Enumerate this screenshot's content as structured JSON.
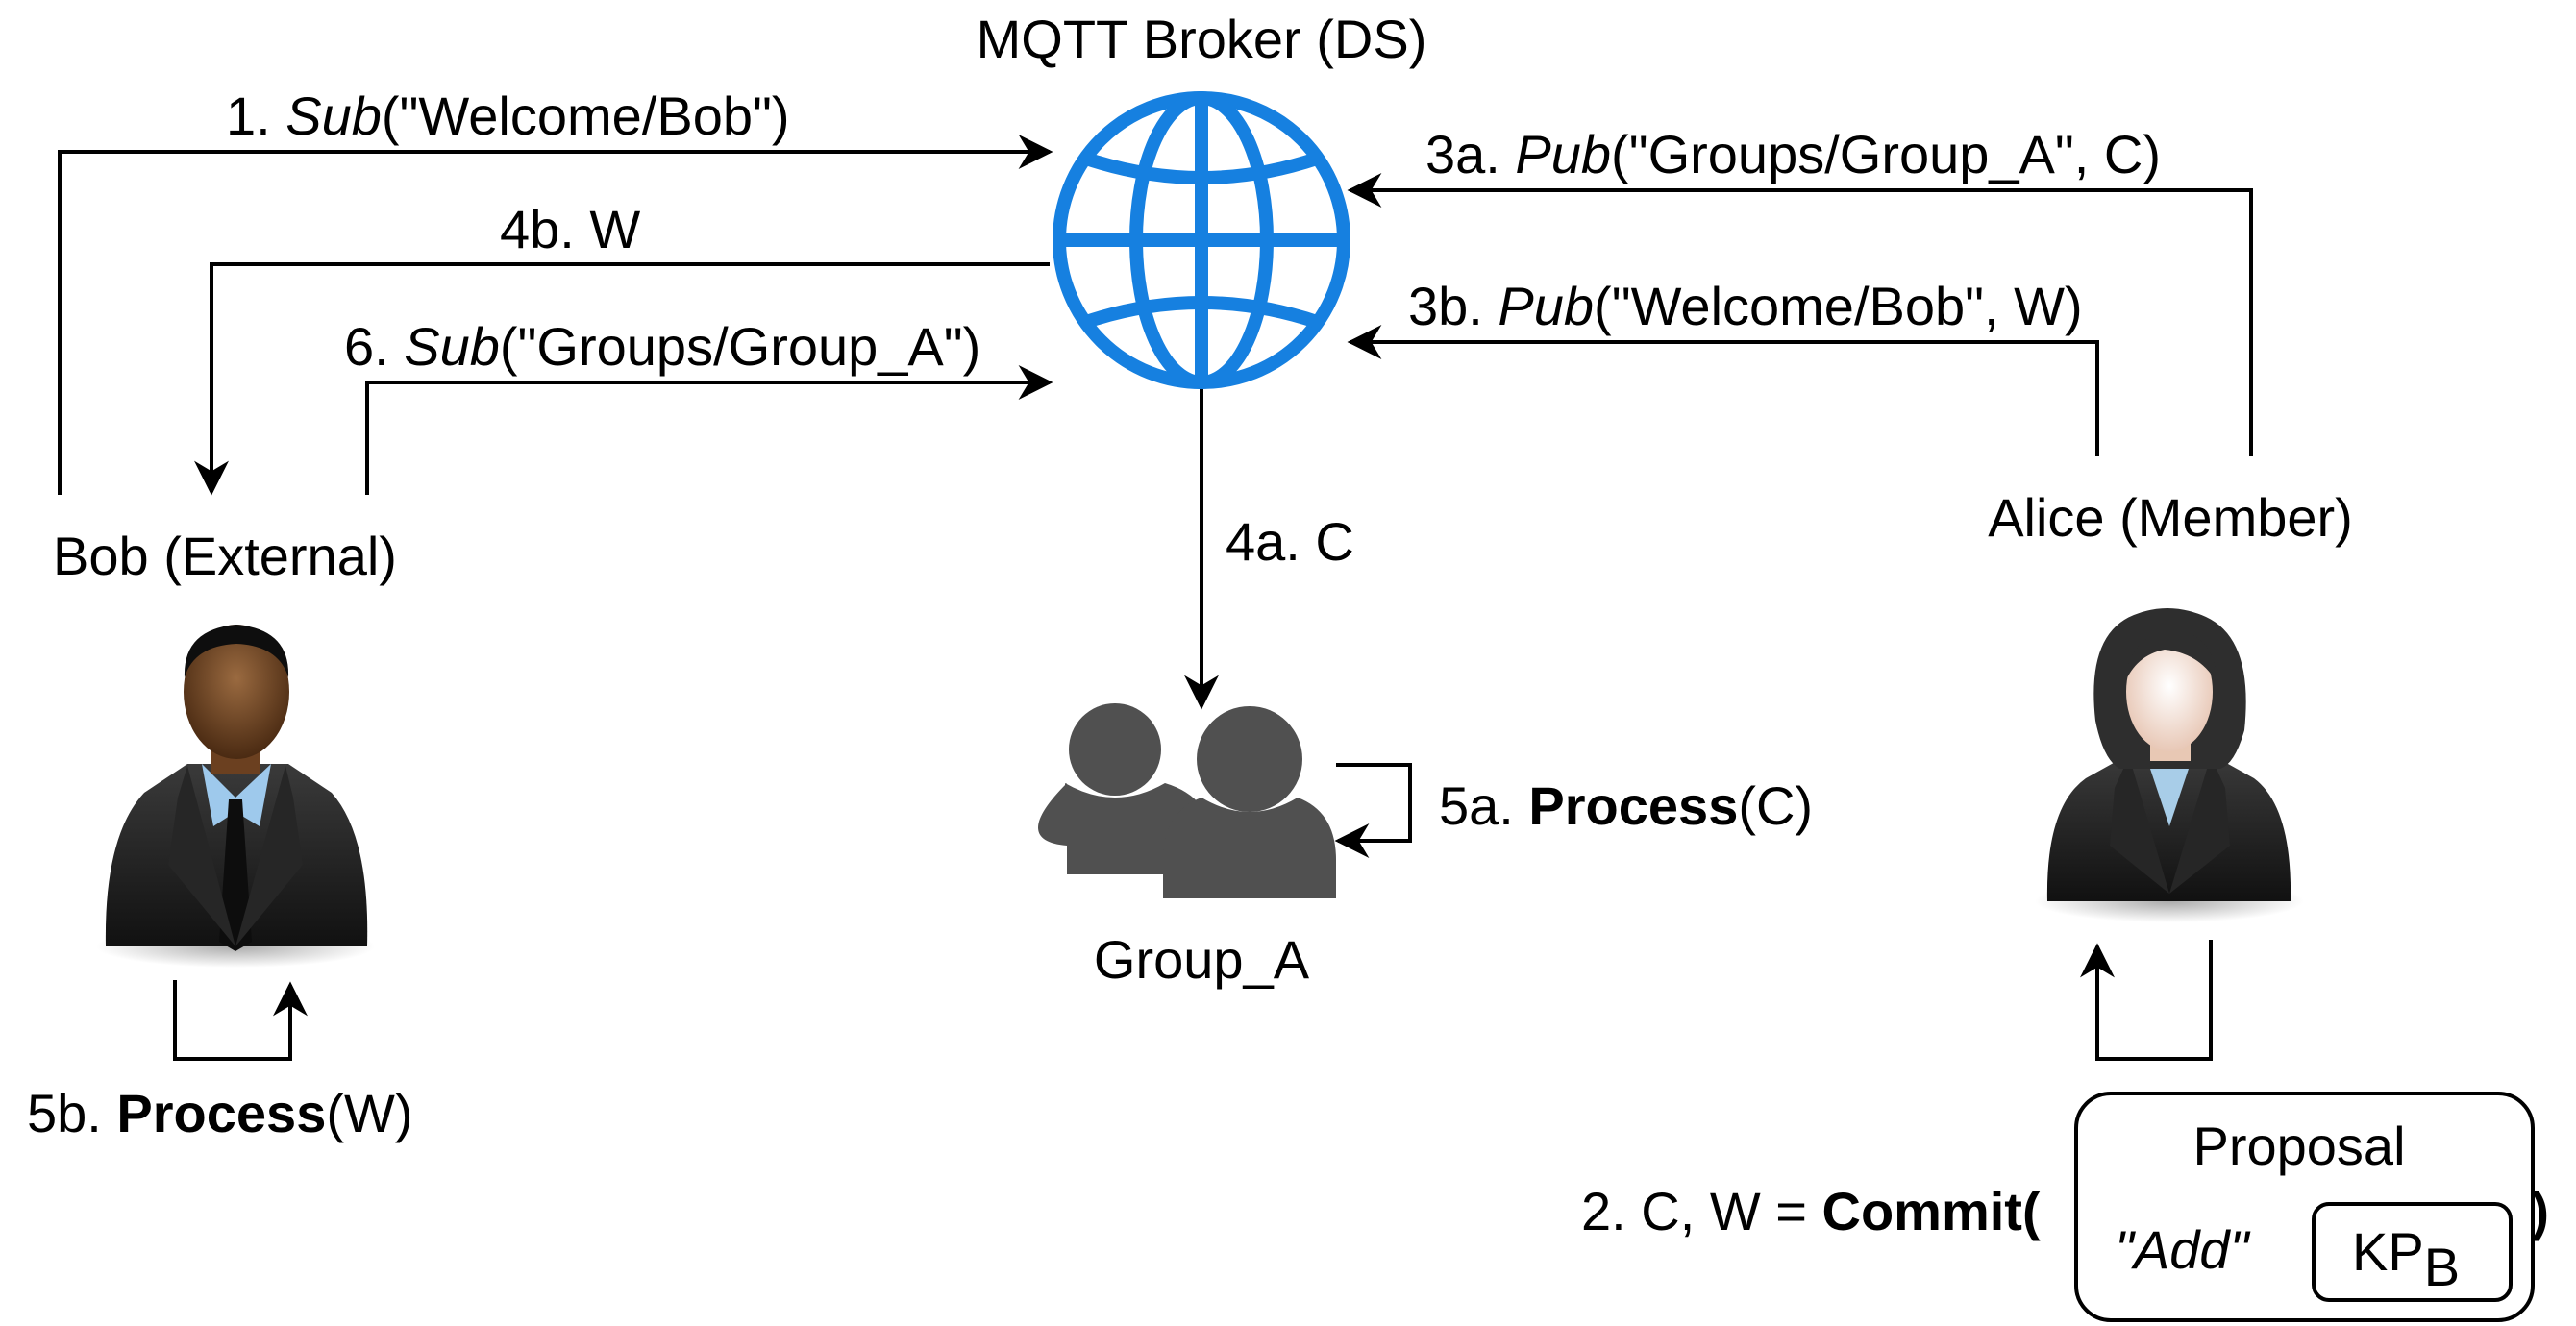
{
  "broker": {
    "title": "MQTT Broker (DS)"
  },
  "actors": {
    "bob": "Bob (External)",
    "alice": "Alice (Member)",
    "group": "Group_A"
  },
  "edges": {
    "e1": {
      "num": "1. ",
      "fn": "Sub",
      "args": "(\"Welcome/Bob\")"
    },
    "e3a": {
      "num": "3a. ",
      "fn": "Pub",
      "args": "(\"Groups/Group_A\", C)"
    },
    "e4b": {
      "text": "4b. W"
    },
    "e3b": {
      "num": "3b. ",
      "fn": "Pub",
      "args": "(\"Welcome/Bob\", W)"
    },
    "e6": {
      "num": "6. ",
      "fn": "Sub",
      "args": "(\"Groups/Group_A\")"
    },
    "e4a": {
      "text": "4a. C"
    }
  },
  "processes": {
    "p5a": {
      "num": "5a. ",
      "fn": "Process",
      "args": "(C)"
    },
    "p5b": {
      "num": "5b. ",
      "fn": "Process",
      "args": "(W)"
    }
  },
  "commit": {
    "prefix": "2. C, W = ",
    "fn": "Commit(",
    "close": ")",
    "proposal_title": "Proposal",
    "add_label": "\"Add\"",
    "kp": "KP",
    "kp_sub": "B"
  },
  "colors": {
    "globe": "#1680e0",
    "group_icon": "#505050"
  }
}
